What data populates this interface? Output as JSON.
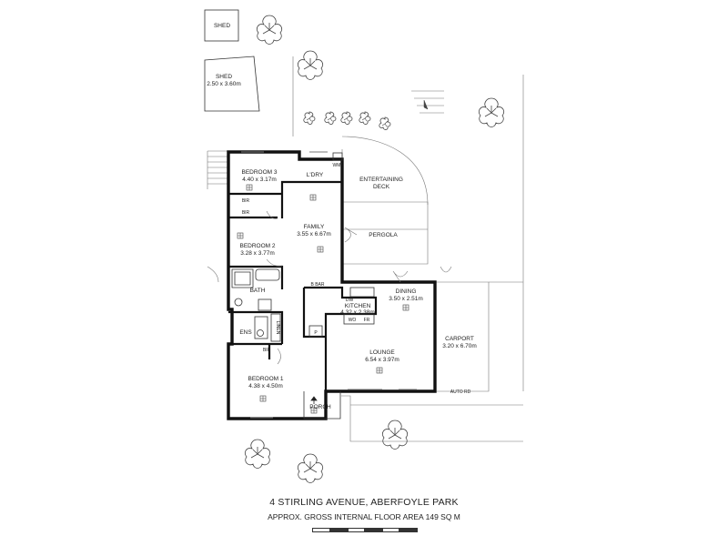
{
  "footer": {
    "address": "4 STIRLING AVENUE, ABERFOYLE PARK",
    "floor_area": "APPROX. GROSS INTERNAL FLOOR AREA  149 SQ M"
  },
  "rooms": {
    "shed1": "SHED",
    "shed2": "SHED",
    "shed2_dim": "2.50 x 3.60m",
    "bedroom3": "BEDROOM 3",
    "bedroom3_dim": "4.40 x 3.17m",
    "ldry": "L'DRY",
    "wm": "WM",
    "entertaining": "ENTERTAINING",
    "deck": "DECK",
    "bir1": "BIR",
    "bir2": "BIR",
    "bedroom2": "BEDROOM 2",
    "bedroom2_dim": "3.28 x 3.77m",
    "family": "FAMILY",
    "family_dim": "3.55 x 6.67m",
    "pergola": "PERGOLA",
    "bath": "BATH",
    "bbar": "B BAR",
    "dw": "DW",
    "kitchen": "KITCHEN",
    "kitchen_dim": "4.32 x 2.38m",
    "dining": "DINING",
    "dining_dim": "3.50 x 2.51m",
    "wo": "WO",
    "fr": "FR",
    "linen": "LINEN",
    "ens": "ENS",
    "p": "P",
    "bir3": "BIR",
    "carport": "CARPORT",
    "carport_dim": "3.20 x 6.70m",
    "lounge": "LOUNGE",
    "lounge_dim": "6.54 x 3.97m",
    "bedroom1": "BEDROOM 1",
    "bedroom1_dim": "4.38 x 4.50m",
    "auto_rd": "AUTO RD",
    "porch": "PORCH"
  }
}
